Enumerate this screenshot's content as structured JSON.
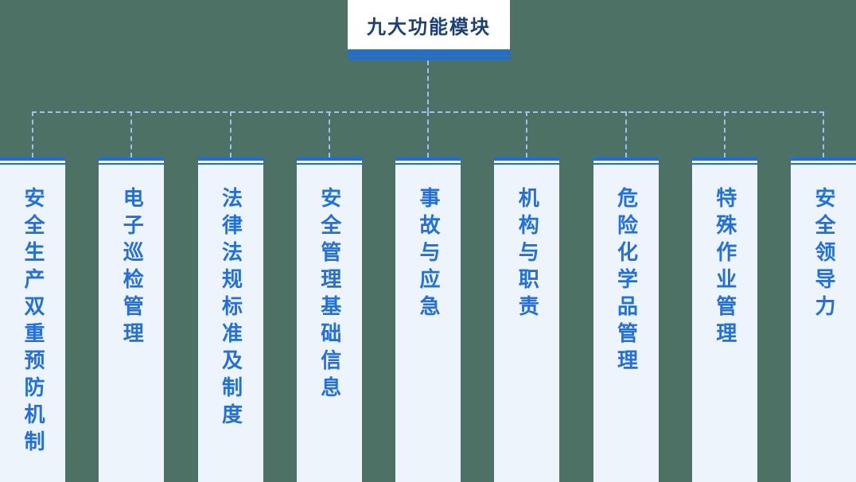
{
  "root": {
    "label": "九大功能模块"
  },
  "modules": [
    {
      "label": "安全生产双重预防机制"
    },
    {
      "label": "电子巡检管理"
    },
    {
      "label": "法律法规标准及制度"
    },
    {
      "label": "安全管理基础信息"
    },
    {
      "label": "事故与应急"
    },
    {
      "label": "机构与职责"
    },
    {
      "label": "危险化学品管理"
    },
    {
      "label": "特殊作业管理"
    },
    {
      "label": "安全领导力"
    }
  ],
  "colors": {
    "page-bg": "#4d7164",
    "node-bg": "#ffffff",
    "root-text": "#1b3f77",
    "accent-line": "#1a6ede",
    "dash-line": "#9dc2ef",
    "column-bg": "#eef4fb",
    "column-text": "#2270dd"
  }
}
